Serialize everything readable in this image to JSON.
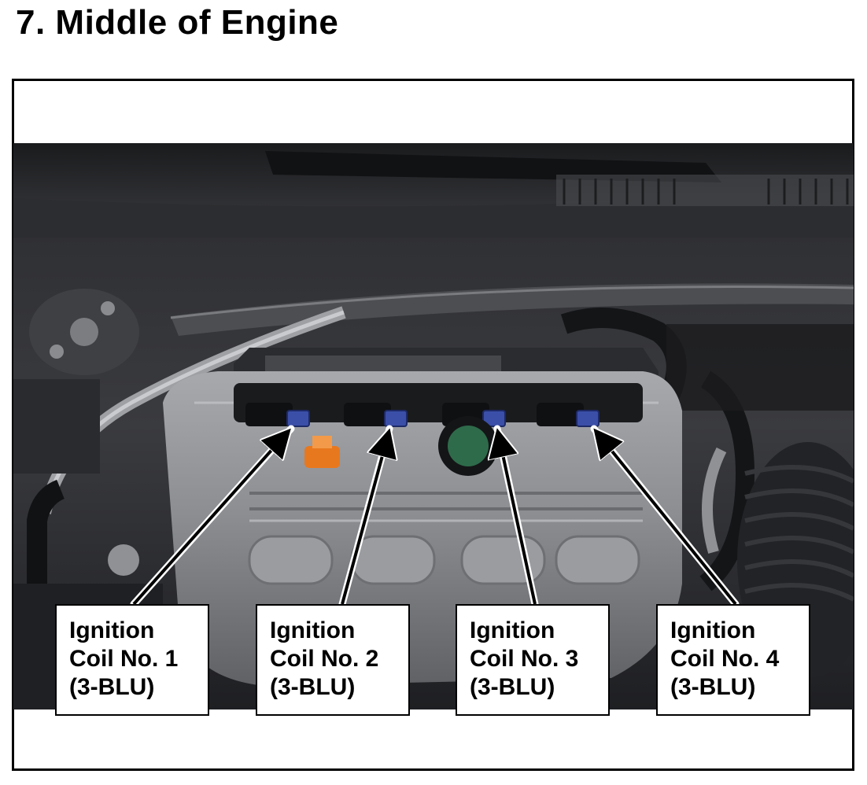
{
  "page": {
    "title": "7.  Middle of Engine"
  },
  "callouts": [
    {
      "line1": "Ignition",
      "line2": "Coil No. 1",
      "line3": "(3-BLU)"
    },
    {
      "line1": "Ignition",
      "line2": "Coil No. 2",
      "line3": "(3-BLU)"
    },
    {
      "line1": "Ignition",
      "line2": "Coil No. 3",
      "line3": "(3-BLU)"
    },
    {
      "line1": "Ignition",
      "line2": "Coil No. 4",
      "line3": "(3-BLU)"
    }
  ],
  "colors": {
    "connector": "#3b4fa8",
    "engine_cover": "#8d8f93",
    "oil_cap_orange": "#e8781e"
  }
}
